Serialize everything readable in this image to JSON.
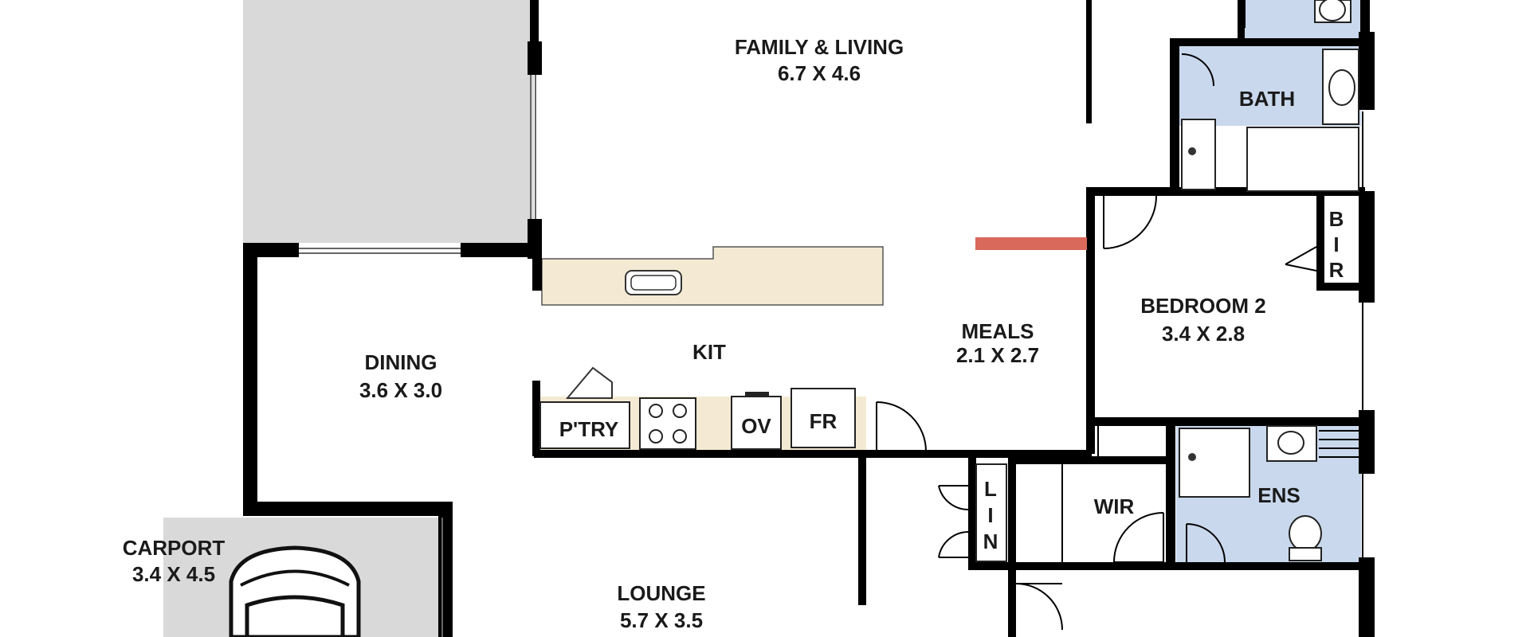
{
  "colors": {
    "wall": "#000000",
    "wet_area": "#c9d8ec",
    "bench": "#f4ead3",
    "outdoor": "#d9d9d9",
    "accent": "#d9695b"
  },
  "rooms": {
    "family_living": {
      "name": "FAMILY & LIVING",
      "size": "6.7 X 4.6"
    },
    "bath": {
      "name": "BATH"
    },
    "bedroom2": {
      "name": "BEDROOM 2",
      "size": "3.4 X 2.8"
    },
    "bir": {
      "letters": [
        "B",
        "I",
        "R"
      ]
    },
    "meals": {
      "name": "MEALS",
      "size": "2.1 X 2.7"
    },
    "kit": {
      "name": "KIT"
    },
    "dining": {
      "name": "DINING",
      "size": "3.6 X 3.0"
    },
    "pantry": {
      "name": "P'TRY"
    },
    "oven": {
      "name": "OV"
    },
    "fridge": {
      "name": "FR"
    },
    "lin": {
      "letters": [
        "L",
        "I",
        "N"
      ]
    },
    "wir": {
      "name": "WIR"
    },
    "ens": {
      "name": "ENS"
    },
    "carport": {
      "name": "CARPORT",
      "size": "3.4 X 4.5"
    },
    "lounge": {
      "name": "LOUNGE",
      "size": "5.7 X 3.5"
    }
  }
}
